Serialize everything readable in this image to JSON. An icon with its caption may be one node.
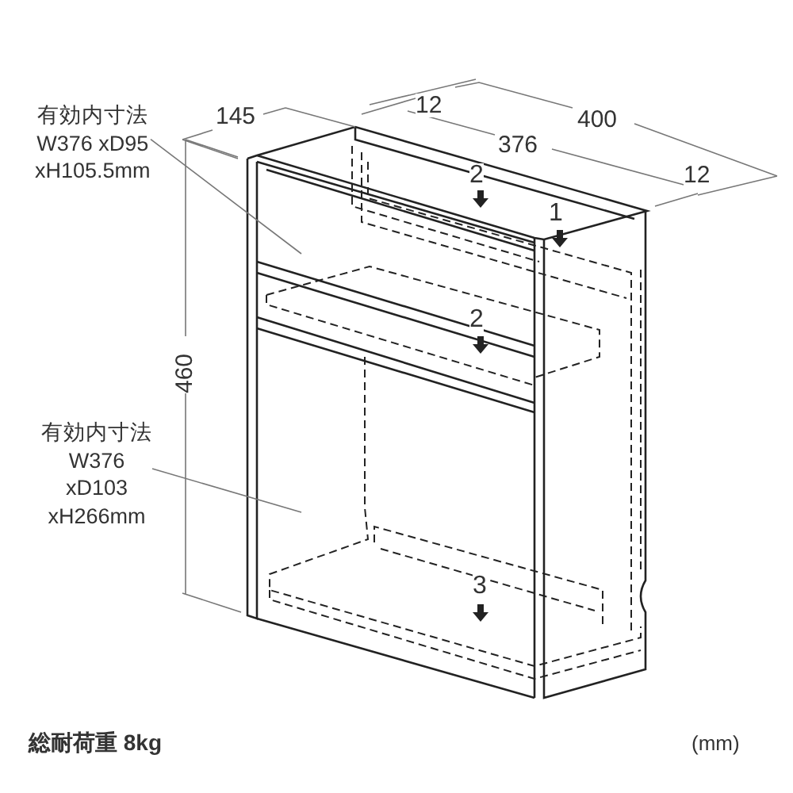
{
  "diagram": {
    "nodes": [
      {
        "text": [
          "有効内寸法 W376 xD95 xH105.5mm"
        ]
      },
      {
        "text": [
          "有効内寸法 W376 xD103 xH266mm"
        ]
      }
    ],
    "edges": [
      {
        "from": 0,
        "to": null,
        "arrow": "none"
      },
      {
        "from": 1,
        "to": null,
        "arrow": "none"
      }
    ],
    "labels": [
      "145",
      "12",
      "400",
      "376",
      "12",
      "2",
      "1",
      "460",
      "2",
      "3",
      "総耐荷重 8kg",
      "(mm)"
    ]
  }
}
